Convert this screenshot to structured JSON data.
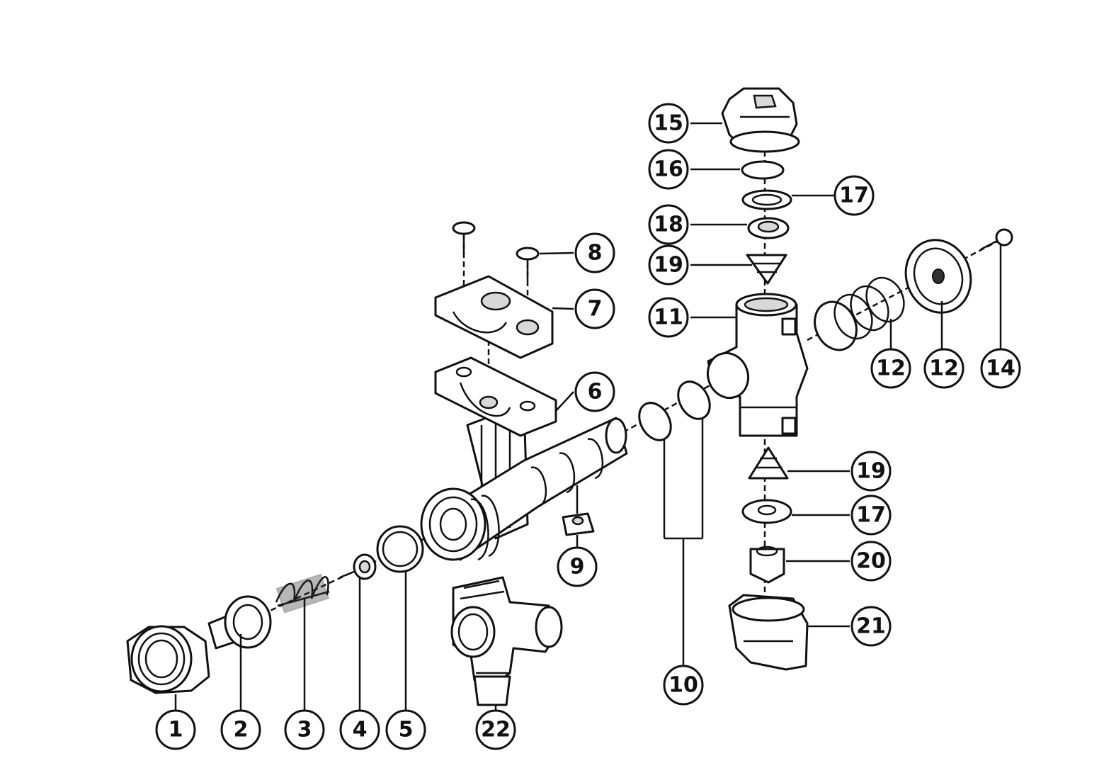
{
  "diagram": {
    "callouts": [
      {
        "id": "c1",
        "label": "1"
      },
      {
        "id": "c2",
        "label": "2"
      },
      {
        "id": "c3",
        "label": "3"
      },
      {
        "id": "c4",
        "label": "4"
      },
      {
        "id": "c5",
        "label": "5"
      },
      {
        "id": "c22",
        "label": "22"
      },
      {
        "id": "c9",
        "label": "9"
      },
      {
        "id": "c10",
        "label": "10"
      },
      {
        "id": "c6",
        "label": "6"
      },
      {
        "id": "c7",
        "label": "7"
      },
      {
        "id": "c8",
        "label": "8"
      },
      {
        "id": "c15",
        "label": "15"
      },
      {
        "id": "c16",
        "label": "16"
      },
      {
        "id": "c17a",
        "label": "17"
      },
      {
        "id": "c18",
        "label": "18"
      },
      {
        "id": "c19a",
        "label": "19"
      },
      {
        "id": "c11",
        "label": "11"
      },
      {
        "id": "c12a",
        "label": "12"
      },
      {
        "id": "c12b",
        "label": "12"
      },
      {
        "id": "c14",
        "label": "14"
      },
      {
        "id": "c19b",
        "label": "19"
      },
      {
        "id": "c17b",
        "label": "17"
      },
      {
        "id": "c20",
        "label": "20"
      },
      {
        "id": "c21",
        "label": "21"
      }
    ]
  }
}
